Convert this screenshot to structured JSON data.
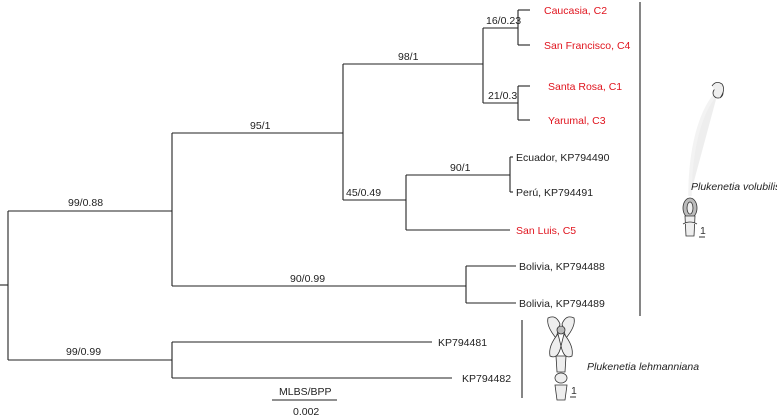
{
  "tips": [
    {
      "id": "caucasia",
      "label": "Caucasia, C2",
      "color": "#e0141e"
    },
    {
      "id": "sanfrancisco",
      "label": "San Francisco, C4",
      "color": "#e0141e"
    },
    {
      "id": "santarosa",
      "label": "Santa Rosa, C1",
      "color": "#e0141e"
    },
    {
      "id": "yarumal",
      "label": "Yarumal, C3",
      "color": "#e0141e"
    },
    {
      "id": "ecuador",
      "label": "Ecuador, KP794490",
      "color": "#222222"
    },
    {
      "id": "peru",
      "label": "Perú, KP794491",
      "color": "#222222"
    },
    {
      "id": "sanluis",
      "label": "San Luis, C5",
      "color": "#e0141e"
    },
    {
      "id": "bolivia1",
      "label": "Bolivia, KP794488",
      "color": "#222222"
    },
    {
      "id": "bolivia2",
      "label": "Bolivia, KP794489",
      "color": "#222222"
    },
    {
      "id": "kp481",
      "label": "KP794481",
      "color": "#222222"
    },
    {
      "id": "kp482",
      "label": "KP794482",
      "color": "#222222"
    }
  ],
  "supports": [
    {
      "id": "root-upper",
      "label": "99/0.88"
    },
    {
      "id": "volubilis-core",
      "label": "95/1"
    },
    {
      "id": "colombia-clade",
      "label": "98/1"
    },
    {
      "id": "caucasia-sanfrancisco",
      "label": "16/0.23"
    },
    {
      "id": "santarosa-yarumal",
      "label": "21/0.3"
    },
    {
      "id": "sanluis-group",
      "label": "45/0.49"
    },
    {
      "id": "ecuador-peru",
      "label": "90/1"
    },
    {
      "id": "bolivia",
      "label": "90/0.99"
    },
    {
      "id": "lehmanniana",
      "label": "99/0.99"
    }
  ],
  "species": {
    "volubilis": "Plukenetia volubilis",
    "lehmanniana": "Plukenetia lehmanniana"
  },
  "scale": {
    "caption": "MLBS/BPP",
    "value": "0.002"
  },
  "plant_icons": {
    "volubilis": "plukenetia-volubilis-fruit-illustration",
    "lehmanniana": "plukenetia-lehmanniana-flower-illustration"
  }
}
